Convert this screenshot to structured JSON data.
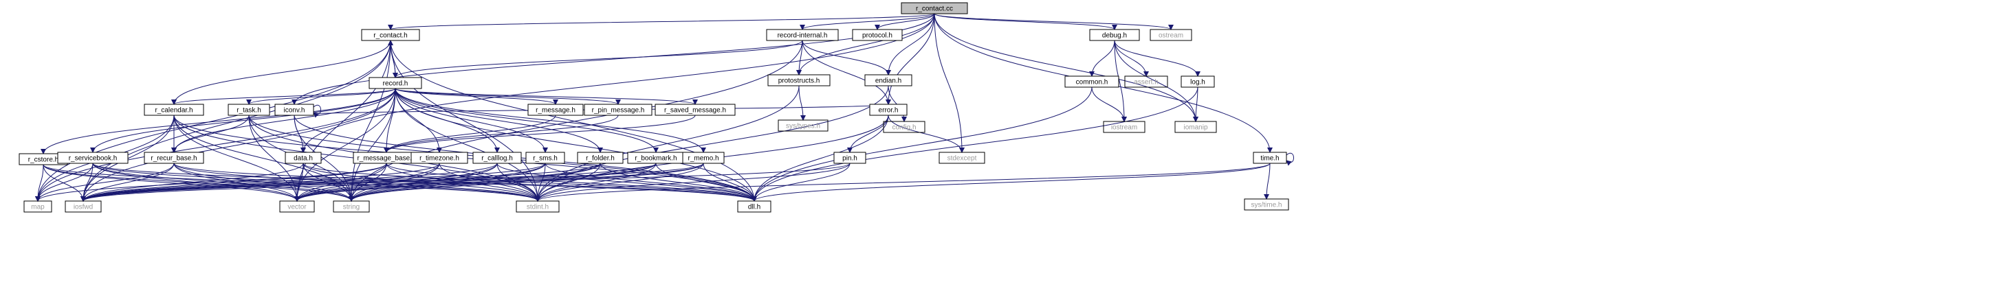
{
  "diagram": {
    "type": "include-dependency-graph",
    "colors": {
      "edge": "#191970",
      "root_fill": "#bfbfbf",
      "node_border": "#000000",
      "system_header_text": "#9a9a9a"
    },
    "nodes": [
      {
        "id": "r_contact_cc",
        "label": "r_contact.cc",
        "kind": "root"
      },
      {
        "id": "r_contact_h",
        "label": "r_contact.h",
        "kind": "doc"
      },
      {
        "id": "record_internal_h",
        "label": "record-internal.h",
        "kind": "doc"
      },
      {
        "id": "protocol_h",
        "label": "protocol.h",
        "kind": "doc"
      },
      {
        "id": "debug_h",
        "label": "debug.h",
        "kind": "doc"
      },
      {
        "id": "ostream",
        "label": "ostream",
        "kind": "sys"
      },
      {
        "id": "record_h",
        "label": "record.h",
        "kind": "doc"
      },
      {
        "id": "protostructs_h",
        "label": "protostructs.h",
        "kind": "doc"
      },
      {
        "id": "endian_h",
        "label": "endian.h",
        "kind": "doc"
      },
      {
        "id": "common_h",
        "label": "common.h",
        "kind": "doc"
      },
      {
        "id": "assert_h",
        "label": "assert.h",
        "kind": "sys"
      },
      {
        "id": "log_h",
        "label": "log.h",
        "kind": "doc"
      },
      {
        "id": "sys_types_h",
        "label": "sys/types.h",
        "kind": "sys"
      },
      {
        "id": "config_h",
        "label": "config.h",
        "kind": "sys"
      },
      {
        "id": "iostream",
        "label": "iostream",
        "kind": "sys"
      },
      {
        "id": "iomanip",
        "label": "iomanip",
        "kind": "sys"
      },
      {
        "id": "r_calendar_h",
        "label": "r_calendar.h",
        "kind": "doc"
      },
      {
        "id": "r_task_h",
        "label": "r_task.h",
        "kind": "doc"
      },
      {
        "id": "iconv_h",
        "label": "iconv.h",
        "kind": "doc"
      },
      {
        "id": "r_message_h",
        "label": "r_message.h",
        "kind": "doc"
      },
      {
        "id": "r_pin_message_h",
        "label": "r_pin_message.h",
        "kind": "doc"
      },
      {
        "id": "r_saved_message_h",
        "label": "r_saved_message.h",
        "kind": "doc"
      },
      {
        "id": "error_h",
        "label": "error.h",
        "kind": "doc"
      },
      {
        "id": "r_cstore_h",
        "label": "r_cstore.h",
        "kind": "doc"
      },
      {
        "id": "r_servicebook_h",
        "label": "r_servicebook.h",
        "kind": "doc"
      },
      {
        "id": "r_recur_base_h",
        "label": "r_recur_base.h",
        "kind": "doc"
      },
      {
        "id": "data_h",
        "label": "data.h",
        "kind": "doc"
      },
      {
        "id": "r_message_base_h",
        "label": "r_message_base.h",
        "kind": "doc"
      },
      {
        "id": "r_timezone_h",
        "label": "r_timezone.h",
        "kind": "doc"
      },
      {
        "id": "r_calllog_h",
        "label": "r_calllog.h",
        "kind": "doc"
      },
      {
        "id": "r_sms_h",
        "label": "r_sms.h",
        "kind": "doc"
      },
      {
        "id": "r_folder_h",
        "label": "r_folder.h",
        "kind": "doc"
      },
      {
        "id": "r_bookmark_h",
        "label": "r_bookmark.h",
        "kind": "doc"
      },
      {
        "id": "r_memo_h",
        "label": "r_memo.h",
        "kind": "doc"
      },
      {
        "id": "pin_h",
        "label": "pin.h",
        "kind": "doc"
      },
      {
        "id": "stdexcept",
        "label": "stdexcept",
        "kind": "sys"
      },
      {
        "id": "time_h",
        "label": "time.h",
        "kind": "doc"
      },
      {
        "id": "map",
        "label": "map",
        "kind": "sys"
      },
      {
        "id": "iosfwd",
        "label": "iosfwd",
        "kind": "sys"
      },
      {
        "id": "vector",
        "label": "vector",
        "kind": "sys"
      },
      {
        "id": "string",
        "label": "string",
        "kind": "sys"
      },
      {
        "id": "stdint_h",
        "label": "stdint.h",
        "kind": "sys"
      },
      {
        "id": "dll_h",
        "label": "dll.h",
        "kind": "doc"
      },
      {
        "id": "sys_time_h",
        "label": "sys/time.h",
        "kind": "sys"
      }
    ],
    "edges": [
      [
        "r_contact_cc",
        "r_contact_h"
      ],
      [
        "r_contact_cc",
        "record_internal_h"
      ],
      [
        "r_contact_cc",
        "protocol_h"
      ],
      [
        "r_contact_cc",
        "debug_h"
      ],
      [
        "r_contact_cc",
        "ostream"
      ],
      [
        "r_contact_cc",
        "iconv_h"
      ],
      [
        "r_contact_cc",
        "protostructs_h"
      ],
      [
        "r_contact_cc",
        "endian_h"
      ],
      [
        "r_contact_cc",
        "error_h"
      ],
      [
        "r_contact_cc",
        "data_h"
      ],
      [
        "r_contact_cc",
        "stdexcept"
      ],
      [
        "r_contact_cc",
        "iomanip"
      ],
      [
        "r_contact_cc",
        "time_h"
      ],
      [
        "r_contact_h",
        "record_h"
      ],
      [
        "r_contact_h",
        "map"
      ],
      [
        "r_contact_h",
        "iosfwd"
      ],
      [
        "r_contact_h",
        "string"
      ],
      [
        "r_contact_h",
        "vector"
      ],
      [
        "r_contact_h",
        "stdint_h"
      ],
      [
        "r_contact_h",
        "dll_h"
      ],
      [
        "r_contact_h",
        "r_calendar_h"
      ],
      [
        "record_internal_h",
        "record_h"
      ],
      [
        "record_internal_h",
        "protostructs_h"
      ],
      [
        "record_internal_h",
        "endian_h"
      ],
      [
        "record_internal_h",
        "error_h"
      ],
      [
        "record_internal_h",
        "string"
      ],
      [
        "debug_h",
        "common_h"
      ],
      [
        "debug_h",
        "assert_h"
      ],
      [
        "debug_h",
        "log_h"
      ],
      [
        "debug_h",
        "iostream"
      ],
      [
        "debug_h",
        "iomanip"
      ],
      [
        "common_h",
        "iostream"
      ],
      [
        "common_h",
        "dll_h"
      ],
      [
        "log_h",
        "iomanip"
      ],
      [
        "log_h",
        "dll_h"
      ],
      [
        "protostructs_h",
        "sys_types_h"
      ],
      [
        "protostructs_h",
        "stdint_h"
      ],
      [
        "endian_h",
        "config_h"
      ],
      [
        "endian_h",
        "stdint_h"
      ],
      [
        "record_h",
        "iosfwd"
      ],
      [
        "record_h",
        "string"
      ],
      [
        "record_h",
        "vector"
      ],
      [
        "record_h",
        "map"
      ],
      [
        "record_h",
        "stdint_h"
      ],
      [
        "record_h",
        "dll_h"
      ],
      [
        "record_h",
        "r_contact_h"
      ],
      [
        "record_h",
        "r_calendar_h"
      ],
      [
        "record_h",
        "r_task_h"
      ],
      [
        "record_h",
        "r_message_h"
      ],
      [
        "record_h",
        "r_pin_message_h"
      ],
      [
        "record_h",
        "r_saved_message_h"
      ],
      [
        "record_h",
        "r_cstore_h"
      ],
      [
        "record_h",
        "r_servicebook_h"
      ],
      [
        "record_h",
        "r_recur_base_h"
      ],
      [
        "record_h",
        "r_message_base_h"
      ],
      [
        "record_h",
        "r_timezone_h"
      ],
      [
        "record_h",
        "r_calllog_h"
      ],
      [
        "record_h",
        "r_sms_h"
      ],
      [
        "record_h",
        "r_folder_h"
      ],
      [
        "record_h",
        "r_bookmark_h"
      ],
      [
        "record_h",
        "r_memo_h"
      ],
      [
        "r_calendar_h",
        "r_recur_base_h"
      ],
      [
        "r_calendar_h",
        "vector"
      ],
      [
        "r_calendar_h",
        "string"
      ],
      [
        "r_calendar_h",
        "stdint_h"
      ],
      [
        "r_calendar_h",
        "dll_h"
      ],
      [
        "r_calendar_h",
        "iosfwd"
      ],
      [
        "r_calendar_h",
        "map"
      ],
      [
        "r_task_h",
        "r_recur_base_h"
      ],
      [
        "r_task_h",
        "vector"
      ],
      [
        "r_task_h",
        "string"
      ],
      [
        "r_task_h",
        "stdint_h"
      ],
      [
        "r_task_h",
        "dll_h"
      ],
      [
        "iconv_h",
        "data_h"
      ],
      [
        "iconv_h",
        "string"
      ],
      [
        "iconv_h",
        "dll_h"
      ],
      [
        "iconv_h",
        "error_h"
      ],
      [
        "iconv_h",
        "iconv_h"
      ],
      [
        "r_message_h",
        "r_message_base_h"
      ],
      [
        "r_pin_message_h",
        "r_message_base_h"
      ],
      [
        "r_saved_message_h",
        "r_message_base_h"
      ],
      [
        "error_h",
        "stdexcept"
      ],
      [
        "error_h",
        "stdint_h"
      ],
      [
        "error_h",
        "dll_h"
      ],
      [
        "error_h",
        "pin_h"
      ],
      [
        "r_cstore_h",
        "map"
      ],
      [
        "r_cstore_h",
        "iosfwd"
      ],
      [
        "r_cstore_h",
        "string"
      ],
      [
        "r_cstore_h",
        "vector"
      ],
      [
        "r_cstore_h",
        "stdint_h"
      ],
      [
        "r_servicebook_h",
        "map"
      ],
      [
        "r_servicebook_h",
        "iosfwd"
      ],
      [
        "r_servicebook_h",
        "vector"
      ],
      [
        "r_servicebook_h",
        "string"
      ],
      [
        "r_servicebook_h",
        "stdint_h"
      ],
      [
        "r_servicebook_h",
        "dll_h"
      ],
      [
        "r_recur_base_h",
        "iosfwd"
      ],
      [
        "r_recur_base_h",
        "vector"
      ],
      [
        "r_recur_base_h",
        "string"
      ],
      [
        "r_recur_base_h",
        "stdint_h"
      ],
      [
        "r_recur_base_h",
        "dll_h"
      ],
      [
        "r_recur_base_h",
        "map"
      ],
      [
        "data_h",
        "iosfwd"
      ],
      [
        "data_h",
        "vector"
      ],
      [
        "data_h",
        "string"
      ],
      [
        "data_h",
        "stdint_h"
      ],
      [
        "data_h",
        "dll_h"
      ],
      [
        "r_message_base_h",
        "iosfwd"
      ],
      [
        "r_message_base_h",
        "string"
      ],
      [
        "r_message_base_h",
        "vector"
      ],
      [
        "r_message_base_h",
        "map"
      ],
      [
        "r_message_base_h",
        "stdint_h"
      ],
      [
        "r_message_base_h",
        "dll_h"
      ],
      [
        "r_timezone_h",
        "iosfwd"
      ],
      [
        "r_timezone_h",
        "string"
      ],
      [
        "r_timezone_h",
        "vector"
      ],
      [
        "r_timezone_h",
        "stdint_h"
      ],
      [
        "r_calllog_h",
        "iosfwd"
      ],
      [
        "r_calllog_h",
        "string"
      ],
      [
        "r_calllog_h",
        "vector"
      ],
      [
        "r_calllog_h",
        "stdint_h"
      ],
      [
        "r_calllog_h",
        "dll_h"
      ],
      [
        "r_sms_h",
        "iosfwd"
      ],
      [
        "r_sms_h",
        "string"
      ],
      [
        "r_sms_h",
        "vector"
      ],
      [
        "r_sms_h",
        "stdint_h"
      ],
      [
        "r_sms_h",
        "dll_h"
      ],
      [
        "r_folder_h",
        "iosfwd"
      ],
      [
        "r_folder_h",
        "string"
      ],
      [
        "r_folder_h",
        "vector"
      ],
      [
        "r_folder_h",
        "stdint_h"
      ],
      [
        "r_folder_h",
        "dll_h"
      ],
      [
        "r_bookmark_h",
        "iosfwd"
      ],
      [
        "r_bookmark_h",
        "string"
      ],
      [
        "r_bookmark_h",
        "vector"
      ],
      [
        "r_bookmark_h",
        "stdint_h"
      ],
      [
        "r_bookmark_h",
        "dll_h"
      ],
      [
        "r_memo_h",
        "iosfwd"
      ],
      [
        "r_memo_h",
        "string"
      ],
      [
        "r_memo_h",
        "vector"
      ],
      [
        "r_memo_h",
        "stdint_h"
      ],
      [
        "r_memo_h",
        "dll_h"
      ],
      [
        "pin_h",
        "stdint_h"
      ],
      [
        "pin_h",
        "dll_h"
      ],
      [
        "pin_h",
        "iosfwd"
      ],
      [
        "time_h",
        "time_h"
      ],
      [
        "time_h",
        "sys_time_h"
      ],
      [
        "time_h",
        "stdint_h"
      ],
      [
        "time_h",
        "dll_h"
      ]
    ]
  }
}
